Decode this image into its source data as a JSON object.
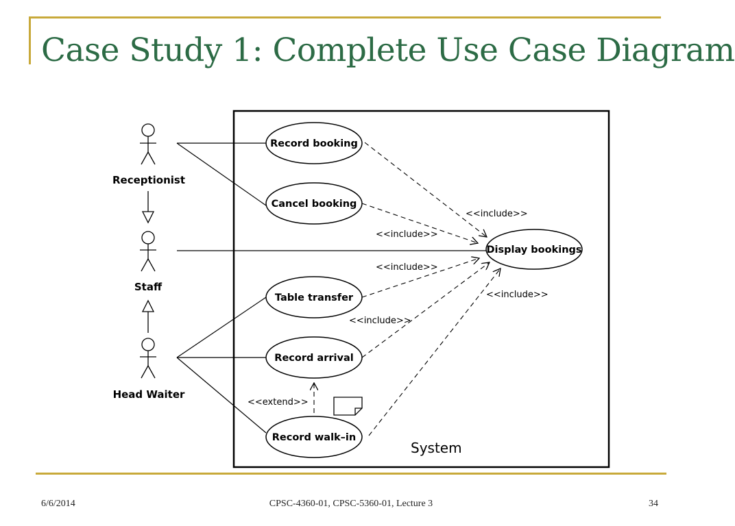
{
  "slide": {
    "title": "Case Study 1: Complete Use Case Diagram",
    "footer": {
      "date": "6/6/2014",
      "course": "CPSC-4360-01, CPSC-5360-01, Lecture 3",
      "page": "34"
    }
  },
  "diagram": {
    "system_label": "System",
    "actors": {
      "receptionist": "Receptionist",
      "staff": "Staff",
      "head_waiter": "Head Waiter"
    },
    "use_cases": {
      "record_booking": "Record booking",
      "cancel_booking": "Cancel booking",
      "display_bookings": "Display bookings",
      "table_transfer": "Table transfer",
      "record_arrival": "Record arrival",
      "record_walk_in": "Record walk–in"
    },
    "stereotypes": {
      "include_1": "<<include>>",
      "include_2": "<<include>>",
      "include_3": "<<include>>",
      "include_4": "<<include>>",
      "include_5": "<<include>>",
      "extend": "<<extend>>"
    },
    "relationships": [
      {
        "type": "association",
        "from": "Receptionist",
        "to": "Record booking"
      },
      {
        "type": "association",
        "from": "Receptionist",
        "to": "Cancel booking"
      },
      {
        "type": "association",
        "from": "Staff",
        "to": "Display bookings"
      },
      {
        "type": "association",
        "from": "Head Waiter",
        "to": "Table transfer"
      },
      {
        "type": "association",
        "from": "Head Waiter",
        "to": "Record arrival"
      },
      {
        "type": "association",
        "from": "Head Waiter",
        "to": "Record walk–in"
      },
      {
        "type": "generalization",
        "from": "Receptionist",
        "to": "Staff"
      },
      {
        "type": "generalization",
        "from": "Head Waiter",
        "to": "Staff"
      },
      {
        "type": "include",
        "from": "Record booking",
        "to": "Display bookings"
      },
      {
        "type": "include",
        "from": "Cancel booking",
        "to": "Display bookings"
      },
      {
        "type": "include",
        "from": "Table transfer",
        "to": "Display bookings"
      },
      {
        "type": "include",
        "from": "Record arrival",
        "to": "Display bookings"
      },
      {
        "type": "include",
        "from": "Record walk–in",
        "to": "Display bookings"
      },
      {
        "type": "extend",
        "from": "Record walk–in",
        "to": "Record arrival"
      }
    ]
  }
}
